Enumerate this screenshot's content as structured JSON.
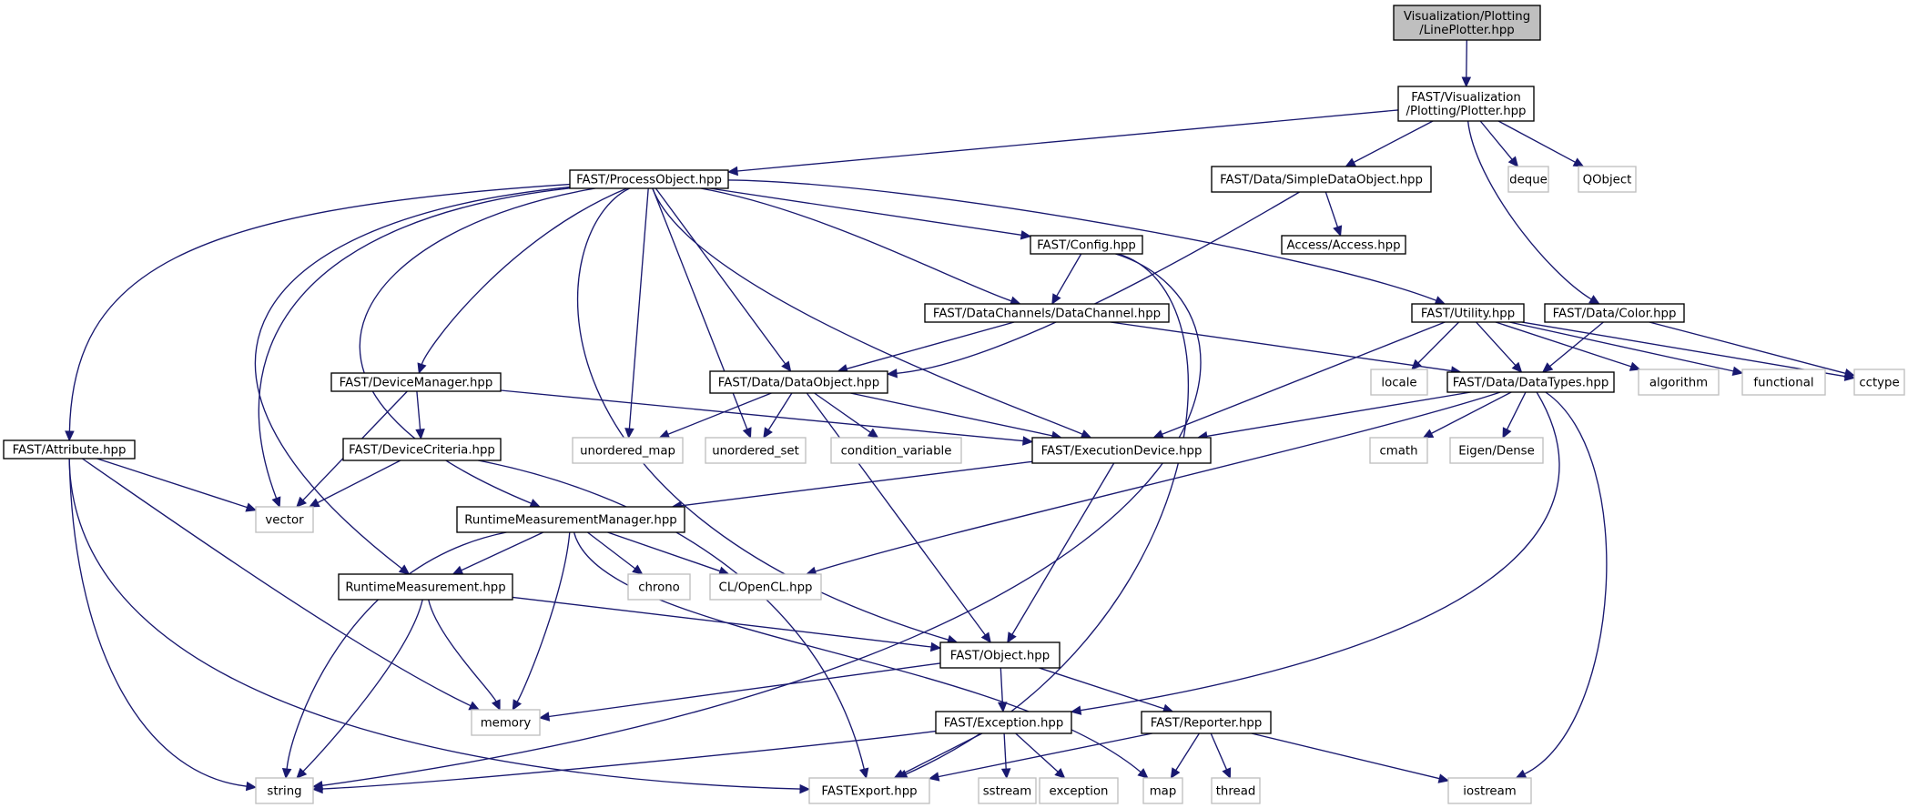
{
  "colors": {
    "edge": "#191970",
    "root_fill": "#bfbfbf",
    "local_border": "#000000",
    "system_border": "#bfbfbf"
  },
  "nodes": [
    {
      "id": "root",
      "kind": "root",
      "lines": [
        "Visualization/Plotting",
        "/LinePlotter.hpp"
      ]
    },
    {
      "id": "plotter",
      "kind": "local",
      "lines": [
        "FAST/Visualization",
        "/Plotting/Plotter.hpp"
      ]
    },
    {
      "id": "processobject",
      "kind": "local",
      "lines": [
        "FAST/ProcessObject.hpp"
      ]
    },
    {
      "id": "simpledataobject",
      "kind": "local",
      "lines": [
        "FAST/Data/SimpleDataObject.hpp"
      ]
    },
    {
      "id": "deque",
      "kind": "system",
      "lines": [
        "deque"
      ]
    },
    {
      "id": "qobject",
      "kind": "system",
      "lines": [
        "QObject"
      ]
    },
    {
      "id": "config",
      "kind": "local",
      "lines": [
        "FAST/Config.hpp"
      ]
    },
    {
      "id": "access",
      "kind": "local",
      "lines": [
        "Access/Access.hpp"
      ]
    },
    {
      "id": "datachannel",
      "kind": "local",
      "lines": [
        "FAST/DataChannels/DataChannel.hpp"
      ]
    },
    {
      "id": "utility",
      "kind": "local",
      "lines": [
        "FAST/Utility.hpp"
      ]
    },
    {
      "id": "color",
      "kind": "local",
      "lines": [
        "FAST/Data/Color.hpp"
      ]
    },
    {
      "id": "devicemanager",
      "kind": "local",
      "lines": [
        "FAST/DeviceManager.hpp"
      ]
    },
    {
      "id": "dataobject",
      "kind": "local",
      "lines": [
        "FAST/Data/DataObject.hpp"
      ]
    },
    {
      "id": "locale",
      "kind": "system",
      "lines": [
        "locale"
      ]
    },
    {
      "id": "datatypes",
      "kind": "local",
      "lines": [
        "FAST/Data/DataTypes.hpp"
      ]
    },
    {
      "id": "algorithm",
      "kind": "system",
      "lines": [
        "algorithm"
      ]
    },
    {
      "id": "functional",
      "kind": "system",
      "lines": [
        "functional"
      ]
    },
    {
      "id": "cctype",
      "kind": "system",
      "lines": [
        "cctype"
      ]
    },
    {
      "id": "attribute",
      "kind": "local",
      "lines": [
        "FAST/Attribute.hpp"
      ]
    },
    {
      "id": "devicecriteria",
      "kind": "local",
      "lines": [
        "FAST/DeviceCriteria.hpp"
      ]
    },
    {
      "id": "unordered_map",
      "kind": "system",
      "lines": [
        "unordered_map"
      ]
    },
    {
      "id": "unordered_set",
      "kind": "system",
      "lines": [
        "unordered_set"
      ]
    },
    {
      "id": "condition_variable",
      "kind": "system",
      "lines": [
        "condition_variable"
      ]
    },
    {
      "id": "executiondevice",
      "kind": "local",
      "lines": [
        "FAST/ExecutionDevice.hpp"
      ]
    },
    {
      "id": "cmath",
      "kind": "system",
      "lines": [
        "cmath"
      ]
    },
    {
      "id": "eigen",
      "kind": "system",
      "lines": [
        "Eigen/Dense"
      ]
    },
    {
      "id": "vector",
      "kind": "system",
      "lines": [
        "vector"
      ]
    },
    {
      "id": "rtmmanager",
      "kind": "local",
      "lines": [
        "RuntimeMeasurementManager.hpp"
      ]
    },
    {
      "id": "rtm",
      "kind": "local",
      "lines": [
        "RuntimeMeasurement.hpp"
      ]
    },
    {
      "id": "chrono",
      "kind": "system",
      "lines": [
        "chrono"
      ]
    },
    {
      "id": "opencl",
      "kind": "system",
      "lines": [
        "CL/OpenCL.hpp"
      ]
    },
    {
      "id": "object",
      "kind": "local",
      "lines": [
        "FAST/Object.hpp"
      ]
    },
    {
      "id": "memory",
      "kind": "system",
      "lines": [
        "memory"
      ]
    },
    {
      "id": "exception_hpp",
      "kind": "local",
      "lines": [
        "FAST/Exception.hpp"
      ]
    },
    {
      "id": "reporter",
      "kind": "local",
      "lines": [
        "FAST/Reporter.hpp"
      ]
    },
    {
      "id": "string",
      "kind": "system",
      "lines": [
        "string"
      ]
    },
    {
      "id": "fastexport",
      "kind": "system",
      "lines": [
        "FASTExport.hpp"
      ]
    },
    {
      "id": "sstream",
      "kind": "system",
      "lines": [
        "sstream"
      ]
    },
    {
      "id": "exception",
      "kind": "system",
      "lines": [
        "exception"
      ]
    },
    {
      "id": "map",
      "kind": "system",
      "lines": [
        "map"
      ]
    },
    {
      "id": "thread",
      "kind": "system",
      "lines": [
        "thread"
      ]
    },
    {
      "id": "iostream",
      "kind": "system",
      "lines": [
        "iostream"
      ]
    }
  ],
  "edges": [
    [
      "root",
      "plotter"
    ],
    [
      "plotter",
      "processobject"
    ],
    [
      "plotter",
      "simpledataobject"
    ],
    [
      "plotter",
      "deque"
    ],
    [
      "plotter",
      "qobject"
    ],
    [
      "plotter",
      "color"
    ],
    [
      "simpledataobject",
      "access"
    ],
    [
      "simpledataobject",
      "dataobject"
    ],
    [
      "processobject",
      "config"
    ],
    [
      "processobject",
      "datachannel"
    ],
    [
      "processobject",
      "utility"
    ],
    [
      "processobject",
      "devicemanager"
    ],
    [
      "processobject",
      "dataobject"
    ],
    [
      "processobject",
      "attribute"
    ],
    [
      "processobject",
      "vector"
    ],
    [
      "processobject",
      "unordered_map"
    ],
    [
      "processobject",
      "unordered_set"
    ],
    [
      "processobject",
      "executiondevice"
    ],
    [
      "processobject",
      "rtmmanager"
    ],
    [
      "processobject",
      "rtm"
    ],
    [
      "processobject",
      "object"
    ],
    [
      "config",
      "datachannel"
    ],
    [
      "config",
      "fastexport"
    ],
    [
      "config",
      "string"
    ],
    [
      "datachannel",
      "dataobject"
    ],
    [
      "datachannel",
      "datatypes"
    ],
    [
      "utility",
      "locale"
    ],
    [
      "utility",
      "datatypes"
    ],
    [
      "utility",
      "algorithm"
    ],
    [
      "utility",
      "functional"
    ],
    [
      "utility",
      "cctype"
    ],
    [
      "utility",
      "executiondevice"
    ],
    [
      "color",
      "datatypes"
    ],
    [
      "color",
      "cctype"
    ],
    [
      "devicemanager",
      "devicecriteria"
    ],
    [
      "devicemanager",
      "vector"
    ],
    [
      "devicemanager",
      "executiondevice"
    ],
    [
      "devicecriteria",
      "vector"
    ],
    [
      "devicecriteria",
      "fastexport"
    ],
    [
      "dataobject",
      "unordered_map"
    ],
    [
      "dataobject",
      "unordered_set"
    ],
    [
      "dataobject",
      "condition_variable"
    ],
    [
      "dataobject",
      "executiondevice"
    ],
    [
      "dataobject",
      "object"
    ],
    [
      "datatypes",
      "executiondevice"
    ],
    [
      "datatypes",
      "cmath"
    ],
    [
      "datatypes",
      "eigen"
    ],
    [
      "datatypes",
      "opencl"
    ],
    [
      "datatypes",
      "exception_hpp"
    ],
    [
      "datatypes",
      "iostream"
    ],
    [
      "attribute",
      "vector"
    ],
    [
      "attribute",
      "memory"
    ],
    [
      "attribute",
      "fastexport"
    ],
    [
      "attribute",
      "string"
    ],
    [
      "executiondevice",
      "rtmmanager"
    ],
    [
      "executiondevice",
      "object"
    ],
    [
      "rtmmanager",
      "rtm"
    ],
    [
      "rtmmanager",
      "chrono"
    ],
    [
      "rtmmanager",
      "opencl"
    ],
    [
      "rtmmanager",
      "memory"
    ],
    [
      "rtmmanager",
      "string"
    ],
    [
      "rtmmanager",
      "map"
    ],
    [
      "rtm",
      "object"
    ],
    [
      "rtm",
      "memory"
    ],
    [
      "rtm",
      "string"
    ],
    [
      "object",
      "memory"
    ],
    [
      "object",
      "exception_hpp"
    ],
    [
      "object",
      "reporter"
    ],
    [
      "exception_hpp",
      "string"
    ],
    [
      "exception_hpp",
      "fastexport"
    ],
    [
      "exception_hpp",
      "sstream"
    ],
    [
      "exception_hpp",
      "exception"
    ],
    [
      "reporter",
      "fastexport"
    ],
    [
      "reporter",
      "map"
    ],
    [
      "reporter",
      "thread"
    ],
    [
      "reporter",
      "iostream"
    ]
  ]
}
